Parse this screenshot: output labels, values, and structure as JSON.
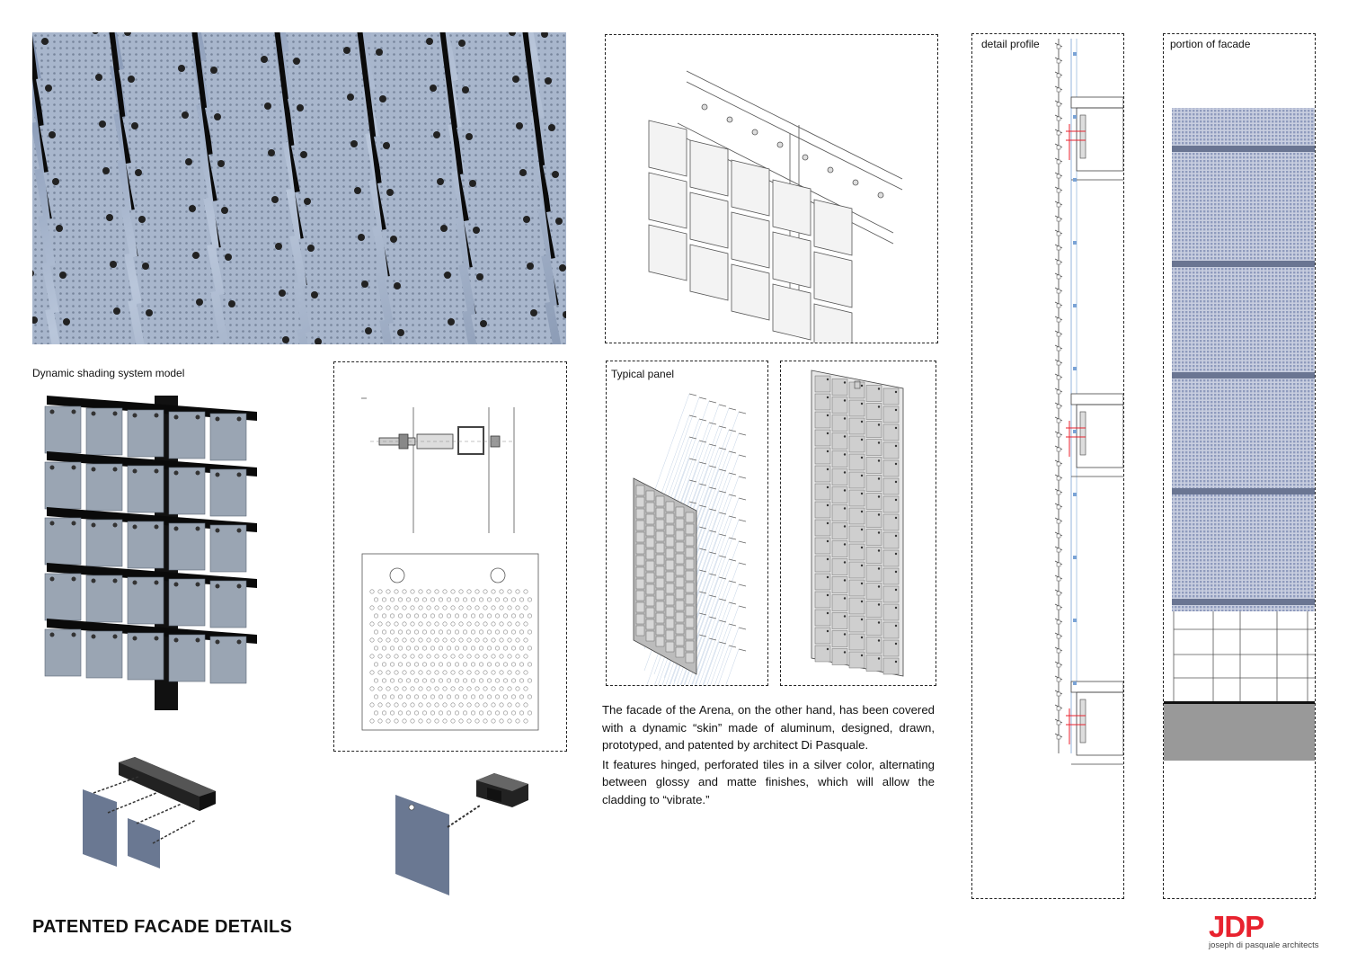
{
  "labels": {
    "model": "Dynamic shading system model",
    "typical_panel": "Typical panel",
    "detail_profile": "detail profile",
    "portion_facade": "portion of facade"
  },
  "description": {
    "p1": "The facade of the Arena, on the other hand, has been covered with a dynamic “skin” made of aluminum, designed, drawn, prototyped, and patented by architect Di Pasquale.",
    "p2": "It features hinged, perforated tiles in a silver color, alternating between glossy and matte finishes, which will allow the cladding to “vibrate.”"
  },
  "footer": {
    "title": "PATENTED FACADE DETAILS",
    "logo": "JDP",
    "logo_sub": "joseph di pasquale architects"
  },
  "colors": {
    "accent": "#e8222e",
    "panel_sky": "#8a9bb8",
    "frame": "#000000"
  }
}
